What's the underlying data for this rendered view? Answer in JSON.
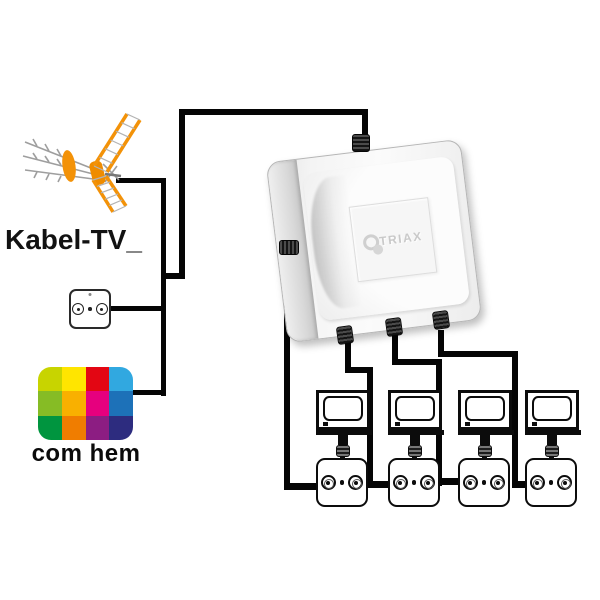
{
  "labels": {
    "source": "Kabel-TV_",
    "provider": "com hem",
    "amplifier_brand": "TRIAX"
  },
  "comhem": {
    "logo_colors": [
      [
        "#c8d400",
        "#ffe500",
        "#e30613",
        "#31a8e0"
      ],
      [
        "#86bc25",
        "#f9b000",
        "#e6007e",
        "#1d71b8"
      ],
      [
        "#00953f",
        "#f07d00",
        "#8c1d82",
        "#2d2c7f"
      ]
    ]
  },
  "network": {
    "cable_color": "#050505",
    "antenna_orange": "#f39208",
    "antenna_gray": "#9e9e9e",
    "tv_count": 4,
    "wall_outlet_count": 5,
    "amplifier_output_count": 4
  }
}
